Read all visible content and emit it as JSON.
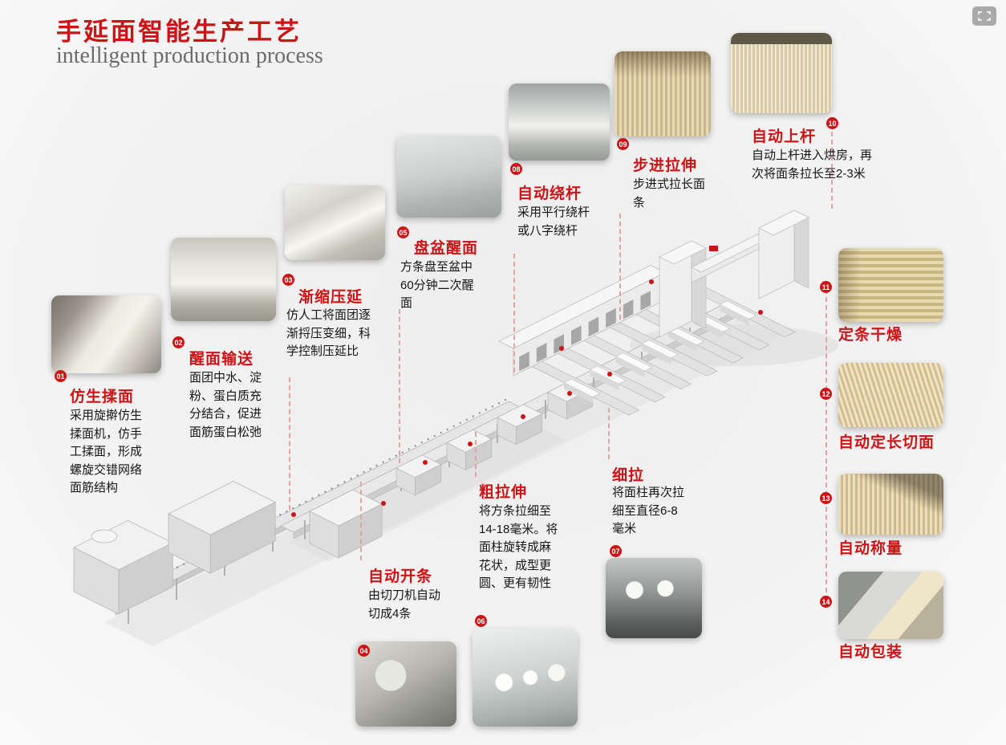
{
  "header": {
    "title_cn": "手延面智能生产工艺",
    "subtitle_en": "intelligent production process"
  },
  "colors": {
    "accent_red": "#cc1417"
  },
  "steps": [
    {
      "num": "01",
      "title": "仿生揉面",
      "desc": "采用旋擀仿生揉面机，仿手工揉面，形成螺旋交错网络面筋结构"
    },
    {
      "num": "02",
      "title": "醒面输送",
      "desc": "面团中水、淀粉、蛋白质充分结合，促进面筋蛋白松弛"
    },
    {
      "num": "03",
      "title": "渐缩压延",
      "desc": "仿人工将面团逐渐捋压变细，科学控制压延比"
    },
    {
      "num": "04",
      "title": "自动开条",
      "desc": "由切刀机自动切成4条"
    },
    {
      "num": "05",
      "title": "盘盆醒面",
      "desc": "方条盘至盆中60分钟二次醒面"
    },
    {
      "num": "06",
      "title": "粗拉伸",
      "desc": "将方条拉细至14-18毫米。将面柱旋转成麻花状，成型更圆、更有韧性"
    },
    {
      "num": "07",
      "title": "细拉",
      "desc": "将面柱再次拉细至直径6-8毫米"
    },
    {
      "num": "08",
      "title": "自动绕杆",
      "desc": "采用平行绕杆或八字绕杆"
    },
    {
      "num": "09",
      "title": "步进拉伸",
      "desc": "步进式拉长面条"
    },
    {
      "num": "10",
      "title": "自动上杆",
      "desc": "自动上杆进入烘房，再次将面条拉长至2-3米"
    },
    {
      "num": "11",
      "title": "定条干燥",
      "desc": ""
    },
    {
      "num": "12",
      "title": "自动定长切面",
      "desc": ""
    },
    {
      "num": "13",
      "title": "自动称量",
      "desc": ""
    },
    {
      "num": "14",
      "title": "自动包装",
      "desc": ""
    }
  ]
}
